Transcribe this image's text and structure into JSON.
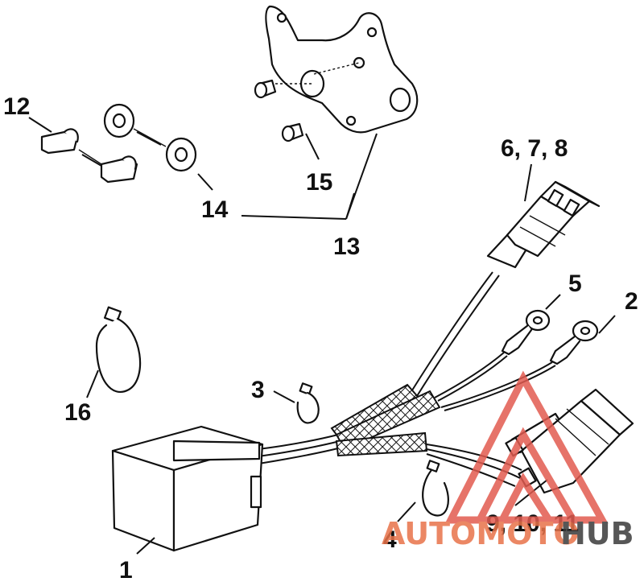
{
  "callouts": {
    "c1": "1",
    "c2": "2",
    "c3": "3",
    "c4": "4",
    "c5": "5",
    "c678": "6, 7, 8",
    "c91011": "9, 10, 11",
    "c12": "12",
    "c13": "13",
    "c14": "14",
    "c15": "15",
    "c16": "16"
  },
  "watermark": {
    "text_a": "AUTOMOTO",
    "text_b": "HUB",
    "color_a": "#e8734a",
    "color_b": "#3a3a3a",
    "logo_color": "#e25b50"
  }
}
